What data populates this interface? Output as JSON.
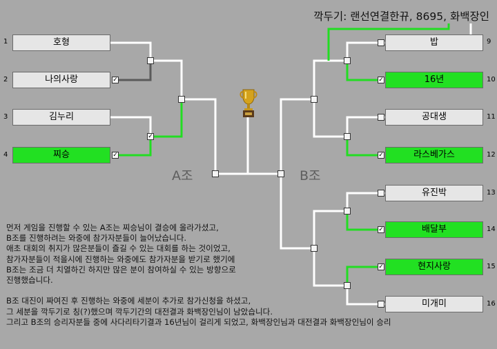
{
  "header": {
    "prefix": "깍두기: 랜선연결한뀨, 8695,",
    "highlight": "화백장인"
  },
  "group_labels": {
    "a": "A조",
    "b": "B조"
  },
  "check_glyph": "✓",
  "players": [
    {
      "seed": "1",
      "name": "호형",
      "winner": false,
      "checked": false
    },
    {
      "seed": "2",
      "name": "나의사랑",
      "winner": false,
      "checked": true
    },
    {
      "seed": "3",
      "name": "김누리",
      "winner": false,
      "checked": false
    },
    {
      "seed": "4",
      "name": "찌승",
      "winner": true,
      "checked": true
    },
    {
      "seed": "9",
      "name": "밥",
      "winner": false,
      "checked": false
    },
    {
      "seed": "10",
      "name": "16년",
      "winner": true,
      "checked": true
    },
    {
      "seed": "11",
      "name": "공대생",
      "winner": false,
      "checked": false
    },
    {
      "seed": "12",
      "name": "라스베가스",
      "winner": true,
      "checked": true
    },
    {
      "seed": "13",
      "name": "유진박",
      "winner": false,
      "checked": false
    },
    {
      "seed": "14",
      "name": "배달부",
      "winner": true,
      "checked": true
    },
    {
      "seed": "15",
      "name": "현지사랑",
      "winner": true,
      "checked": true
    },
    {
      "seed": "16",
      "name": "미개미",
      "winner": false,
      "checked": false
    }
  ],
  "notes": [
    "먼저 게임을 진행할 수 있는 A조는 찌승님이 결승에 올라가셨고,",
    "B조를 진행하려는 와중에 참가자분들이 늘어났습니다.",
    "애초 대회의 취지가 많은분들이 즐길 수 있는 대회를 하는 것이었고,",
    "참가자분들이 적을시에 진행하는 와중에도 참가자분을 받기로 했기에",
    "B조는 조금 더 치열하긴 하지만 많은 분이 참여하실 수 있는 방향으로",
    "진행했습니다.",
    "",
    "B조 대진이 짜여진 후 진행하는 와중에 세분이 추가로 참가신청을 하셨고,",
    "그 세분을 깍두기로 칭(?)했으며 깍두기간의 대전결과 화백장인님이 남았습니다.",
    "그리고 B조의 승리자분들 중에 사다리타기결과 16년님이 걸리게 되었고, 화백장인님과 대전결과 화백장인님이 승리"
  ],
  "colors": {
    "background": "#a8a8a8",
    "winner_fill": "#22e022",
    "winner_line": "#22dd22",
    "line": "#ffffff",
    "line_dark": "#5a5a5a"
  }
}
